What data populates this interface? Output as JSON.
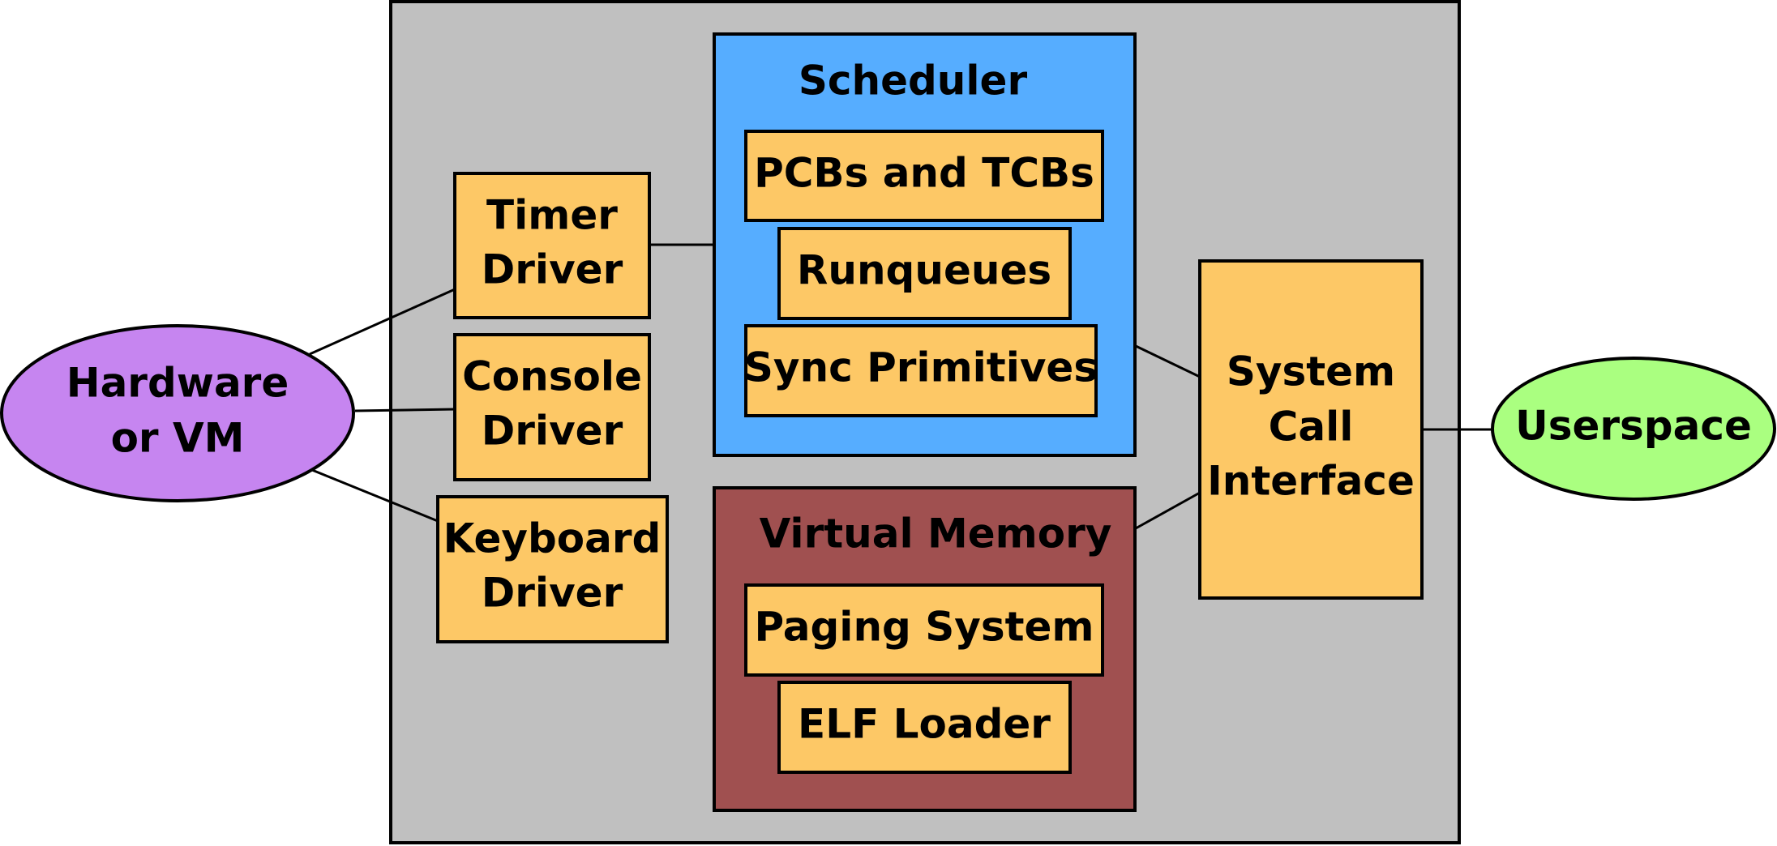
{
  "colors": {
    "kernel_background": "#c0c0c0",
    "component": "#fdc866",
    "scheduler": "#56adff",
    "virtual_memory": "#a05050",
    "hardware": "#c685f0",
    "userspace": "#aaff80",
    "stroke": "#000000"
  },
  "nodes": {
    "hardware": [
      "Hardware",
      "or VM"
    ],
    "userspace": [
      "Userspace"
    ],
    "timer_driver": [
      "Timer",
      "Driver"
    ],
    "console_driver": [
      "Console",
      "Driver"
    ],
    "keyboard_driver": [
      "Keyboard",
      "Driver"
    ],
    "scheduler": "Scheduler",
    "pcbs_tcbs": "PCBs and TCBs",
    "runqueues": "Runqueues",
    "sync_primitives": "Sync Primitives",
    "virtual_memory": "Virtual Memory",
    "paging_system": "Paging System",
    "elf_loader": "ELF Loader",
    "syscall_interface": [
      "System",
      "Call",
      "Interface"
    ]
  },
  "edges": [
    {
      "from": "hardware",
      "to": "timer_driver"
    },
    {
      "from": "hardware",
      "to": "console_driver"
    },
    {
      "from": "hardware",
      "to": "keyboard_driver"
    },
    {
      "from": "timer_driver",
      "to": "scheduler"
    },
    {
      "from": "scheduler",
      "to": "syscall_interface"
    },
    {
      "from": "virtual_memory",
      "to": "syscall_interface"
    },
    {
      "from": "syscall_interface",
      "to": "userspace"
    }
  ]
}
